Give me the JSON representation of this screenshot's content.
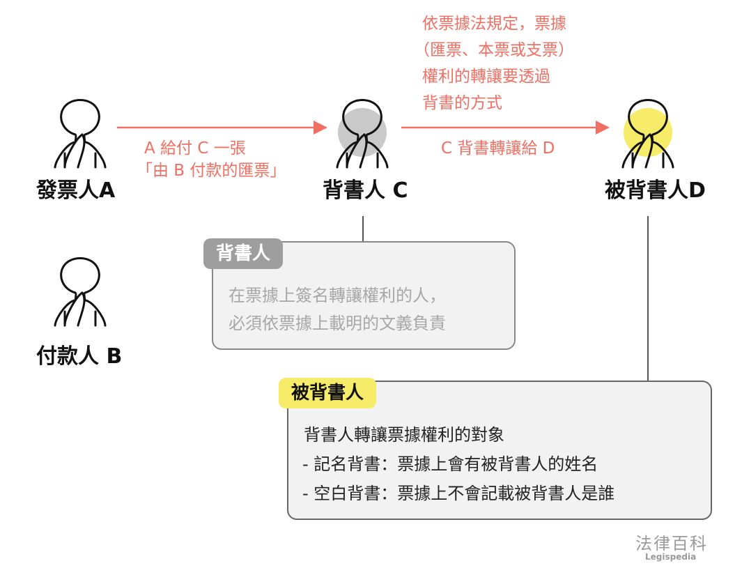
{
  "nodes": {
    "drawer": {
      "label": "發票人A",
      "highlight": ""
    },
    "endorser": {
      "label": "背書人 C",
      "highlight": "#c9c9c9"
    },
    "endorsee": {
      "label": "被背書人D",
      "highlight": "#f7ec6a"
    },
    "payer": {
      "label": "付款人 B",
      "highlight": ""
    }
  },
  "arrows": {
    "a_to_c": {
      "label_lines": [
        "A 給付 C 一張",
        "「由 B 付款的匯票」"
      ],
      "color": "#ef6f62"
    },
    "c_to_d": {
      "label": "C 背書轉讓給 D",
      "color": "#ef6f62"
    }
  },
  "note": {
    "lines": [
      "依票據法規定，票據",
      "（匯票、本票或支票）",
      "權利的轉讓要透過",
      "背書的方式"
    ]
  },
  "callouts": {
    "endorser": {
      "tag": "背書人",
      "lines": [
        "在票據上簽名轉讓權利的人，",
        "必須依票據上載明的文義負責"
      ],
      "tag_color": "#9e9e9e",
      "bg_color": "#f2f2f2"
    },
    "endorsee": {
      "tag": "被背書人",
      "lines": [
        "背書人轉讓票據權利的對象",
        "- 記名背書：票據上會有被背書人的姓名",
        "- 空白背書：票據上不會記載被背書人是誰"
      ],
      "tag_color": "#f7ec6a",
      "bg_color": "#f2f2f2"
    }
  },
  "watermark": {
    "title": "法律百科",
    "subtitle": "Legispedia"
  }
}
